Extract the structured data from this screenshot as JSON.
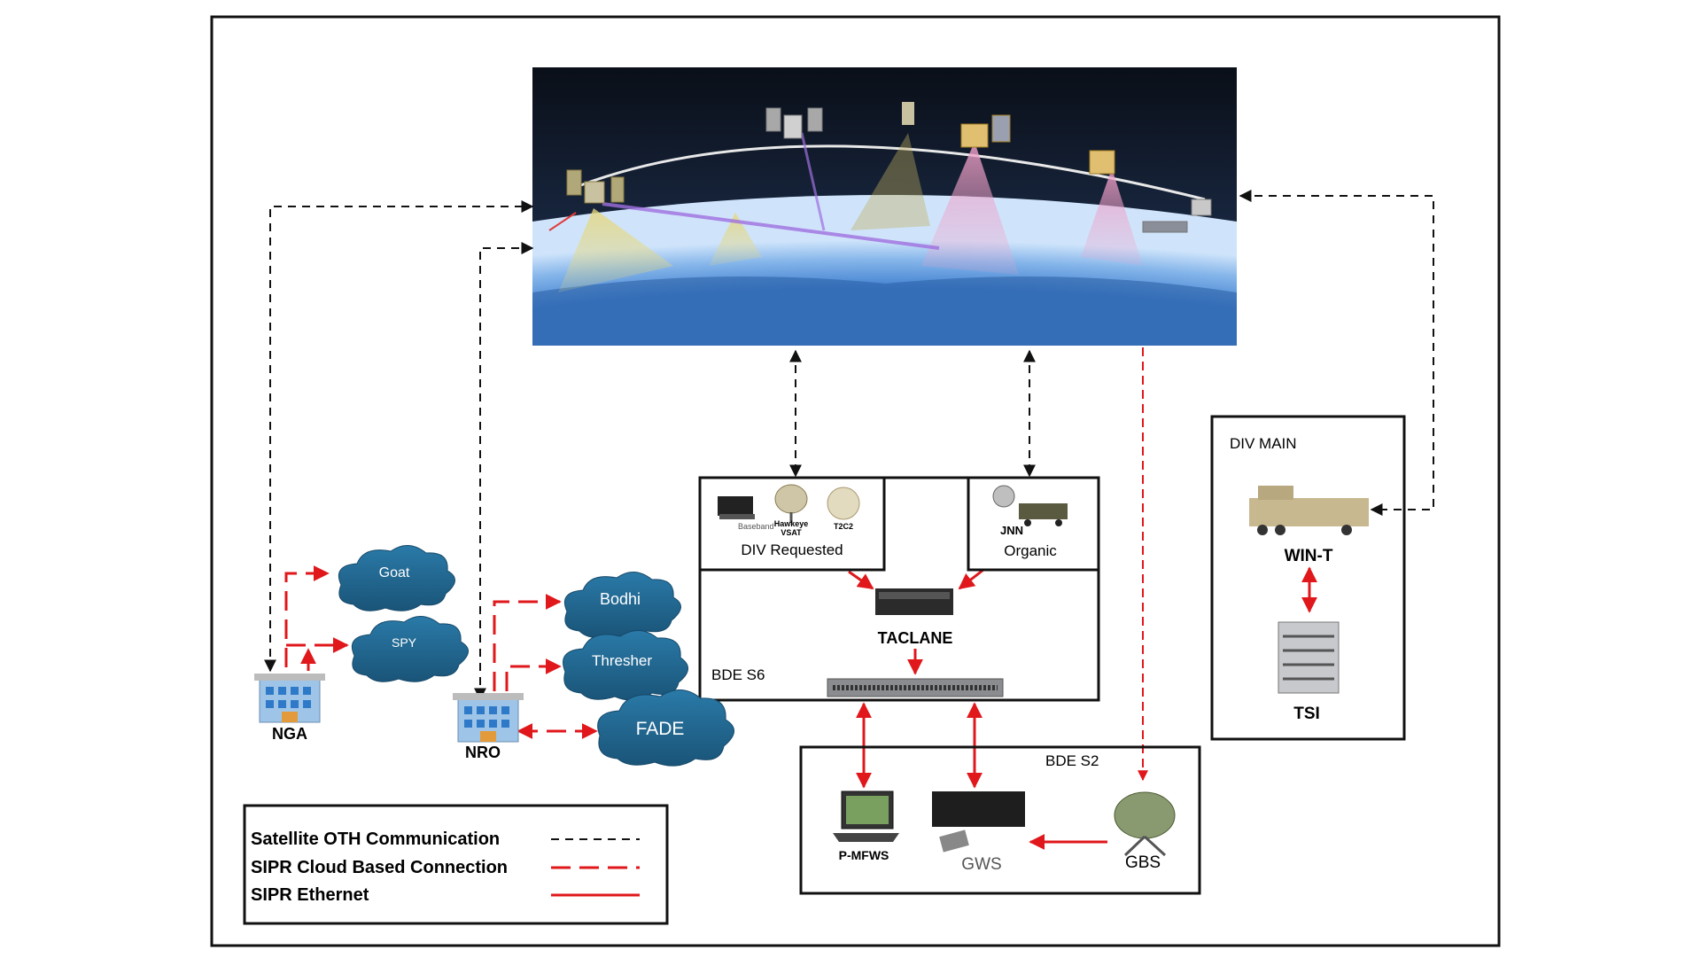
{
  "satellite_image": {
    "description_icon": "satellite-constellation-image"
  },
  "nodes": {
    "nga": "NGA",
    "nro": "NRO",
    "goat": "Goat",
    "spy": "SPY",
    "bodhi": "Bodhi",
    "thresher": "Thresher",
    "fade": "FADE",
    "taclane": "TACLANE",
    "bde_s6": "BDE S6",
    "div_requested": "DIV Requested",
    "organic": "Organic",
    "jnn": "JNN",
    "baseband": "Baseband",
    "hawkeye_line1": "Hawkeye",
    "hawkeye_line2": "VSAT",
    "t2c2": "T2C2",
    "div_main": "DIV MAIN",
    "win_t": "WIN-T",
    "tsi": "TSI",
    "bde_s2": "BDE S2",
    "p_mfws": "P-MFWS",
    "gws": "GWS",
    "gbs": "GBS"
  },
  "legend": {
    "items": [
      {
        "label": "Satellite OTH Communication",
        "style": "black-short-dash"
      },
      {
        "label": "SIPR Cloud Based Connection",
        "style": "red-long-dash"
      },
      {
        "label": "SIPR Ethernet",
        "style": "red-solid"
      }
    ]
  },
  "colors": {
    "cloud": "#1f5f87",
    "red": "#e0171b",
    "black": "#111111",
    "sky": "#0d1420",
    "earth": "#2a5db0"
  }
}
